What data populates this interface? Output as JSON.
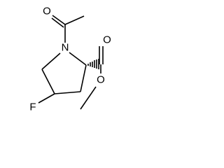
{
  "molecule": {
    "atoms": {
      "nitrogen": "N",
      "carbonyl_oxygen_acetyl": "O",
      "carbonyl_oxygen_ester": "O",
      "ester_oxygen": "O",
      "fluorine": "F"
    },
    "stereo_bond": "hashed wedge",
    "colors": {
      "bond": "#000000",
      "label": "#000000",
      "background": "#ffffff"
    }
  }
}
